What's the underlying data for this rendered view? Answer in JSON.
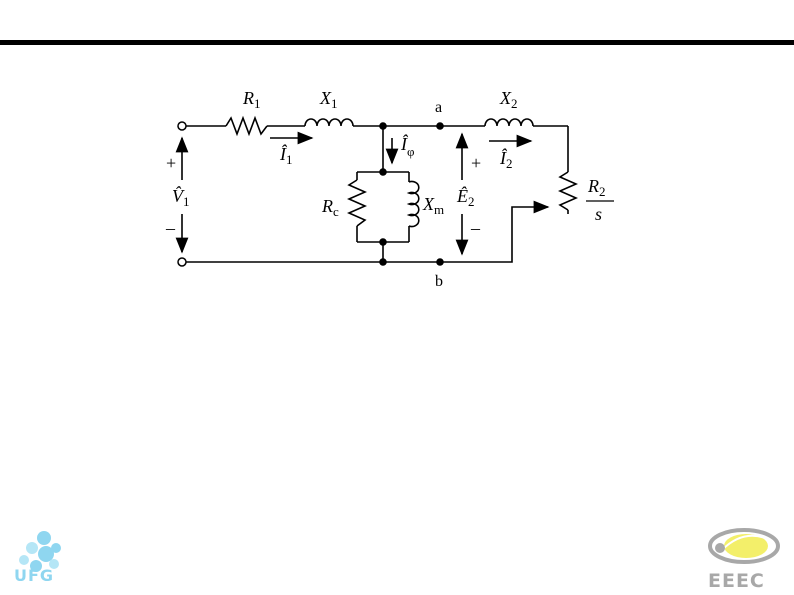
{
  "circuit": {
    "R1": "R",
    "R1_sub": "1",
    "X1": "X",
    "X1_sub": "1",
    "X2": "X",
    "X2_sub": "2",
    "R2_num": "R",
    "R2_num_sub": "2",
    "R2_den": "s",
    "Rc": "R",
    "Rc_sub": "c",
    "Xm": "X",
    "Xm_sub": "m",
    "I1": "Î",
    "I1_sub": "1",
    "I2": "Î",
    "I2_sub": "2",
    "Iphi": "Î",
    "Iphi_sub": "φ",
    "V1": "V̂",
    "V1_sub": "1",
    "E2": "Ê",
    "E2_sub": "2",
    "plus": "+",
    "minus": "–",
    "node_a": "a",
    "node_b": "b"
  },
  "logos": {
    "left": "UFG",
    "right": "EEEC"
  },
  "colors": {
    "ufg": "#8fd6f0",
    "eeec_gray": "#a8a8a8",
    "eeec_yellow": "#f3ef6a"
  }
}
